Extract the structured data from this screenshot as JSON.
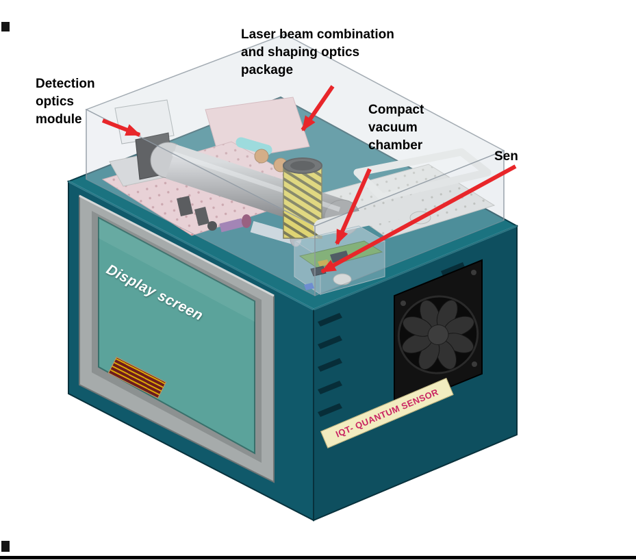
{
  "annotations": {
    "detection": {
      "lines": [
        "Detection",
        "optics",
        "module"
      ]
    },
    "laser": {
      "lines": [
        "Laser beam combination",
        "and shaping optics",
        "package"
      ]
    },
    "vacuum": {
      "lines": [
        "Compact",
        "vacuum",
        "chamber"
      ]
    },
    "sensor": {
      "lines": [
        "Sen"
      ]
    }
  },
  "device": {
    "display_screen_label": "Display screen",
    "side_panel_label": "IQT- QUANTUM SENSOR"
  },
  "colors": {
    "annotation_arrow": "#e8262a",
    "enclosure_top": "#1b7380",
    "enclosure_left": "#10596a",
    "enclosure_right": "#0e4f5f",
    "screen": "#5ba39b",
    "coil_yellow": "#e6d23a",
    "side_label_text": "#c92462",
    "side_label_bg": "#f2ecc0"
  }
}
